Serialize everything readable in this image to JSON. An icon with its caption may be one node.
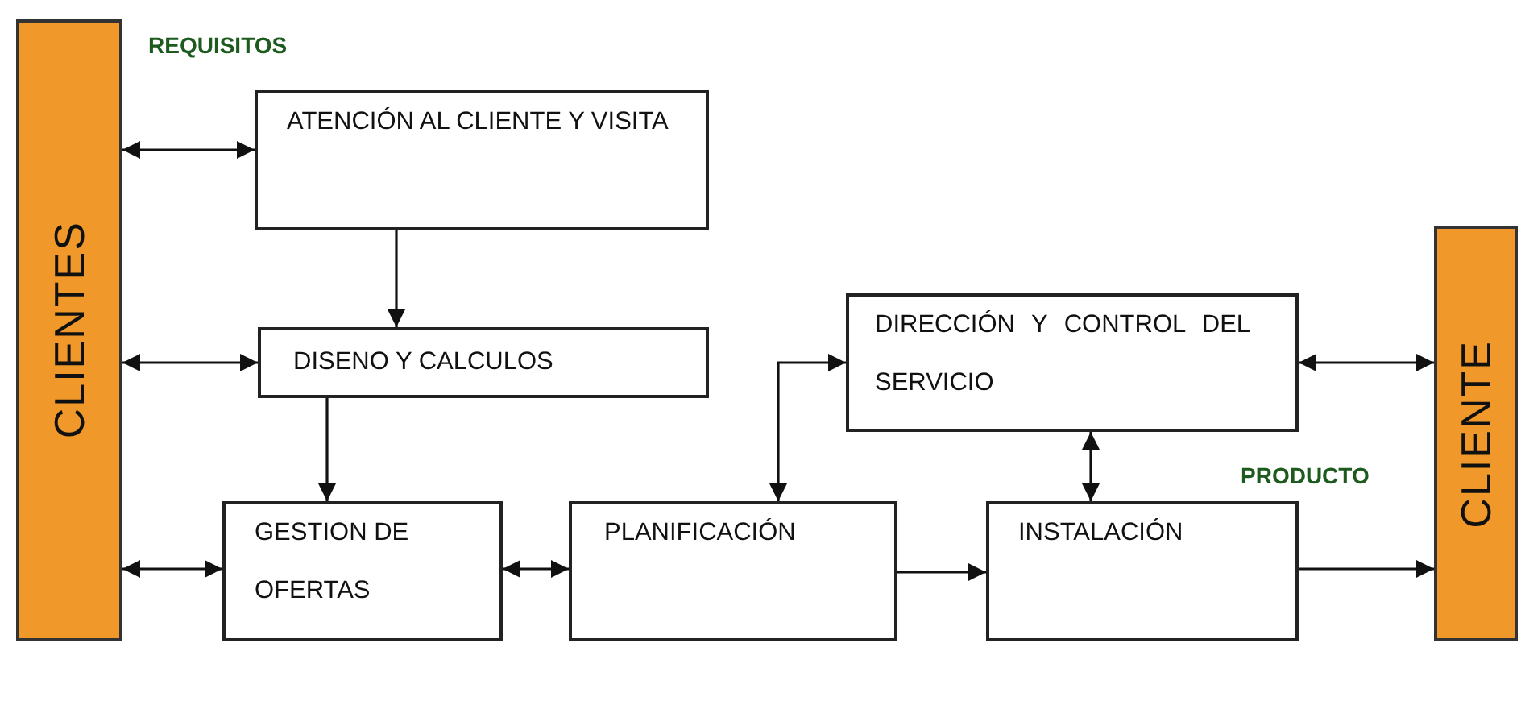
{
  "diagram": {
    "nodes": [
      {
        "text": [
          "CLIENTES"
        ]
      },
      {
        "text": [
          "ATENCIÓN AL CLIENTE Y VISITA"
        ]
      },
      {
        "text": [
          "DISENO Y CALCULOS"
        ]
      },
      {
        "text": [
          "GESTION DE OFERTAS"
        ]
      },
      {
        "text": [
          "PLANIFICACIÓN"
        ]
      },
      {
        "text": [
          "DIRECCIÓN Y CONTROL DEL SERVICIO"
        ]
      },
      {
        "text": [
          "INSTALACIÓN"
        ]
      },
      {
        "text": [
          "CLIENTE"
        ]
      }
    ],
    "edges": [
      {
        "from": 0,
        "to": 1,
        "arrow": "both"
      },
      {
        "from": 0,
        "to": 2,
        "arrow": "both"
      },
      {
        "from": 0,
        "to": 3,
        "arrow": "both"
      },
      {
        "from": 1,
        "to": 2,
        "arrow": "to"
      },
      {
        "from": 2,
        "to": 3,
        "arrow": "to"
      },
      {
        "from": 3,
        "to": 4,
        "arrow": "both"
      },
      {
        "from": 4,
        "to": 5,
        "arrow": "both"
      },
      {
        "from": 5,
        "to": 6,
        "arrow": "both"
      },
      {
        "from": 4,
        "to": 6,
        "arrow": "to"
      },
      {
        "from": 5,
        "to": 7,
        "arrow": "both"
      },
      {
        "from": 6,
        "to": 7,
        "arrow": "to"
      }
    ],
    "labels": [
      "REQUISITOS",
      "PRODUCTO"
    ]
  }
}
